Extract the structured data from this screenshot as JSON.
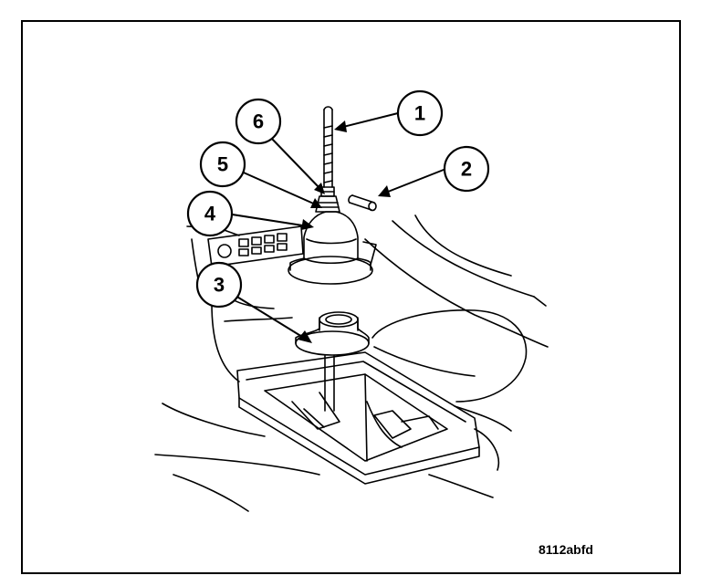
{
  "callouts": [
    {
      "number": "1"
    },
    {
      "number": "2"
    },
    {
      "number": "3"
    },
    {
      "number": "4"
    },
    {
      "number": "5"
    },
    {
      "number": "6"
    }
  ],
  "reference_code": "8112abfd",
  "colors": {
    "line": "#000000",
    "background": "#ffffff",
    "shade": "#d9d9d9"
  }
}
